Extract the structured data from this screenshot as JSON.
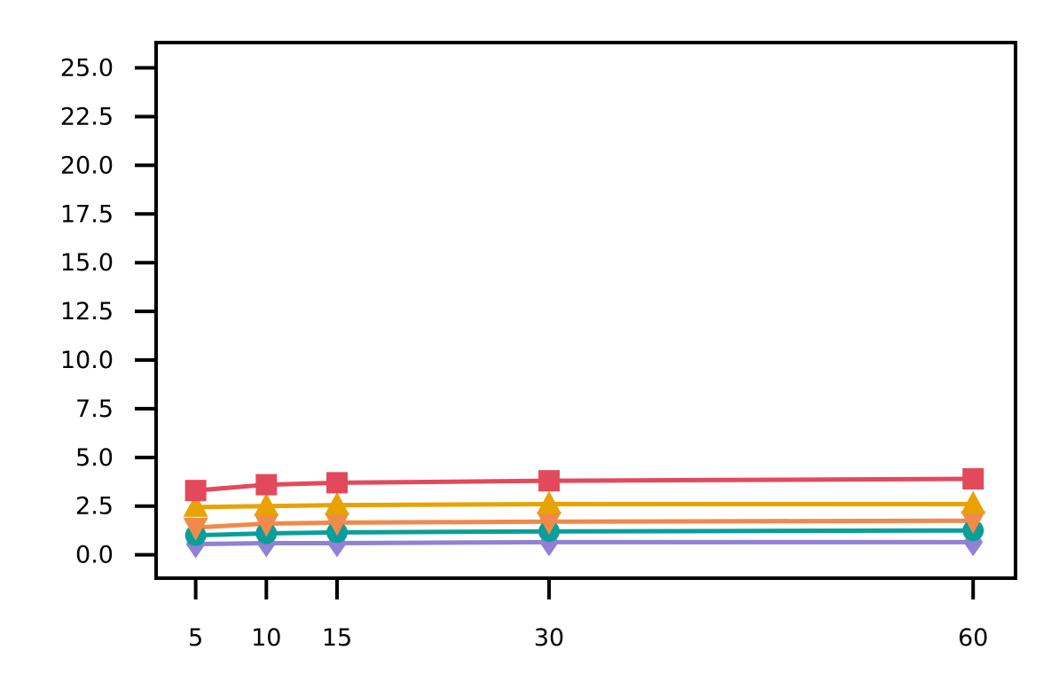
{
  "chart_data": {
    "type": "line",
    "title": "",
    "xlabel": "",
    "ylabel": "",
    "x": [
      5,
      10,
      15,
      30,
      60
    ],
    "xticks": [
      5,
      10,
      15,
      30,
      60
    ],
    "xlim": [
      2.2,
      63
    ],
    "ylim": [
      -1.2,
      26.3
    ],
    "yticks": [
      "0.0",
      "2.5",
      "5.0",
      "7.5",
      "10.0",
      "12.5",
      "15.0",
      "17.5",
      "20.0",
      "22.5",
      "25.0"
    ],
    "grid": false,
    "legend": "none",
    "series": [
      {
        "values": [
          3.3,
          3.6,
          3.7,
          3.8,
          3.9
        ],
        "color": "#e24a5c",
        "marker": "square"
      },
      {
        "values": [
          2.45,
          2.5,
          2.55,
          2.6,
          2.6
        ],
        "color": "#e8a202",
        "marker": "triangle-up"
      },
      {
        "values": [
          1.4,
          1.6,
          1.65,
          1.7,
          1.75
        ],
        "color": "#f08a4b",
        "marker": "triangle-down"
      },
      {
        "values": [
          1.0,
          1.1,
          1.15,
          1.2,
          1.25
        ],
        "color": "#0a9e9a",
        "marker": "circle"
      },
      {
        "values": [
          0.55,
          0.6,
          0.6,
          0.65,
          0.65
        ],
        "color": "#9180d4",
        "marker": "diamond"
      }
    ]
  }
}
